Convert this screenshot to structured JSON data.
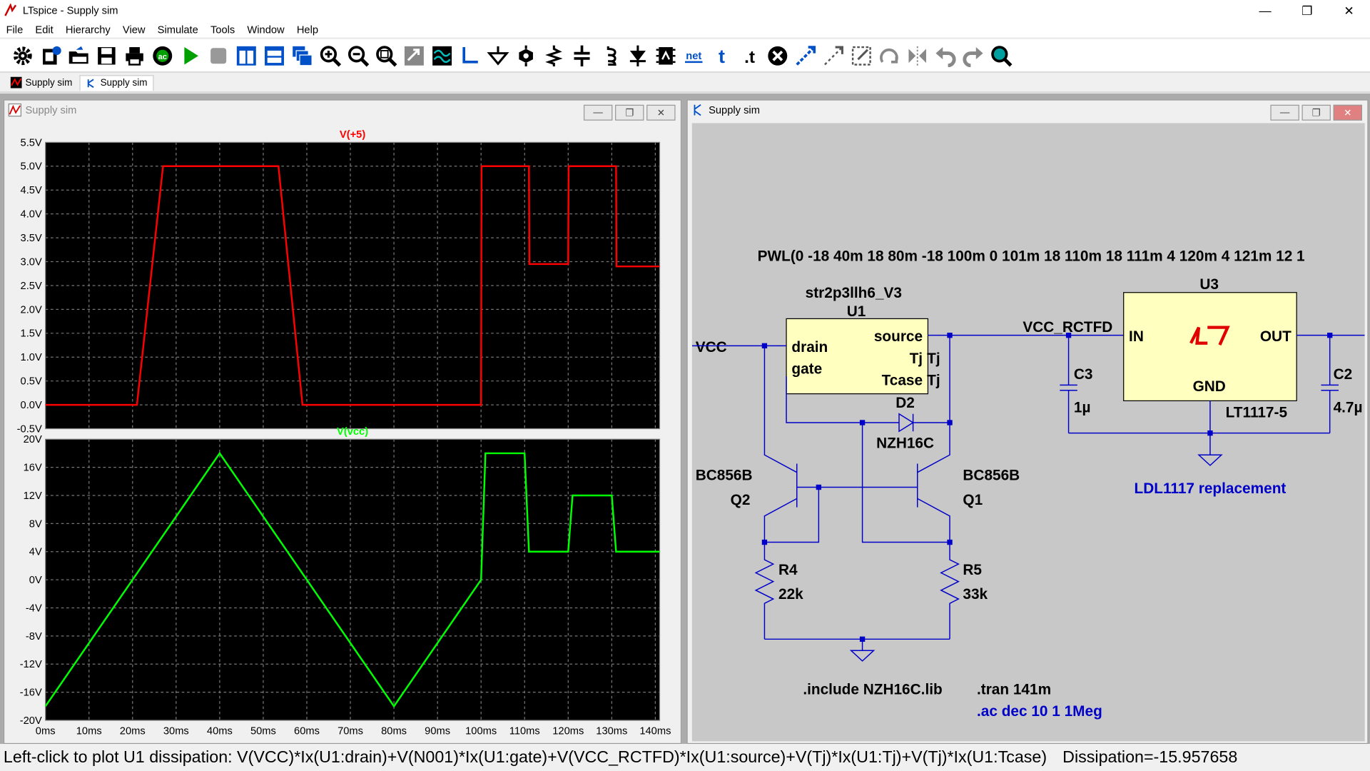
{
  "window": {
    "title": "LTspice - Supply sim"
  },
  "menu": [
    "File",
    "Edit",
    "Hierarchy",
    "View",
    "Simulate",
    "Tools",
    "Window",
    "Help"
  ],
  "toolbar": {
    "icons": [
      "settings-icon",
      "new-schematic-icon",
      "open-icon",
      "open-recent-icon",
      "save-icon",
      "print-icon",
      "ac-analysis-icon",
      "run-icon",
      "stop-icon",
      "tile-vertical-icon",
      "tile-horizontal-icon",
      "cascade-icon",
      "zoom-in-icon",
      "zoom-out-icon",
      "zoom-fit-icon",
      "zoom-back-icon",
      "autorange-icon",
      "wire-icon",
      "ground-icon",
      "voltage-source-icon",
      "resistor-icon",
      "capacitor-icon",
      "inductor-icon",
      "diode-icon",
      "component-icon",
      "net-label-icon",
      "text-icon",
      "spice-directive-icon",
      "delete-icon",
      "duplicate-icon",
      "move-icon",
      "drag-icon",
      "rotate-icon",
      "mirror-icon",
      "undo-icon",
      "redo-icon",
      "find-icon"
    ],
    "net_label": "net",
    "text_glyph": "t",
    "directive_glyph": ".t"
  },
  "tabs": [
    {
      "label": "Supply sim",
      "icon": "waveform-icon"
    },
    {
      "label": "Supply sim",
      "icon": "schematic-icon"
    }
  ],
  "plot_window": {
    "title": "Supply sim"
  },
  "schematic_window": {
    "title": "Supply sim"
  },
  "window_buttons": {
    "minimize": "—",
    "restore": "❐",
    "close": "✕"
  },
  "child_buttons": {
    "minimize": "—",
    "restore": "❐",
    "close": "✕"
  },
  "chart_data": [
    {
      "type": "line",
      "title": "V(+5)",
      "color": "#ff0000",
      "ylim": [
        -0.5,
        5.5
      ],
      "yticks": [
        "5.5V",
        "5.0V",
        "4.5V",
        "4.0V",
        "3.5V",
        "3.0V",
        "2.5V",
        "2.0V",
        "1.5V",
        "1.0V",
        "0.5V",
        "0.0V",
        "-0.5V"
      ],
      "xlim": [
        0,
        141
      ],
      "x_unit": "ms",
      "series": [
        {
          "x": [
            0,
            21,
            27,
            27.5,
            53,
            53.5,
            59,
            100,
            100.1,
            111,
            111.1,
            120,
            120.1,
            131,
            131.1,
            141
          ],
          "y": [
            0,
            0,
            5.0,
            5.0,
            5.0,
            5.0,
            0,
            0,
            5.0,
            5.0,
            2.95,
            2.95,
            5.0,
            5.0,
            2.9,
            2.9
          ]
        }
      ]
    },
    {
      "type": "line",
      "title": "V(vcc)",
      "color": "#00ff00",
      "ylim": [
        -20,
        20
      ],
      "yticks": [
        "20V",
        "16V",
        "12V",
        "8V",
        "4V",
        "0V",
        "-4V",
        "-8V",
        "-12V",
        "-16V",
        "-20V"
      ],
      "xlim": [
        0,
        141
      ],
      "xticks": [
        "0ms",
        "10ms",
        "20ms",
        "30ms",
        "40ms",
        "50ms",
        "60ms",
        "70ms",
        "80ms",
        "90ms",
        "100ms",
        "110ms",
        "120ms",
        "130ms",
        "140ms"
      ],
      "x_unit": "ms",
      "series": [
        {
          "x": [
            0,
            40,
            80,
            100,
            101,
            110,
            111,
            120,
            121,
            130,
            131,
            141
          ],
          "y": [
            -18,
            18,
            -18,
            0,
            18,
            18,
            4,
            4,
            12,
            12,
            4,
            4
          ]
        }
      ]
    }
  ],
  "schematic": {
    "pwl_text": "PWL(0 -18 40m 18 80m -18 100m 0 101m 18 110m 18 111m 4 120m 4 121m 12 1",
    "u1_model": "str2p3llh6_V3",
    "u1_name": "U1",
    "u1_pins": {
      "drain": "drain",
      "gate": "gate",
      "source": "source",
      "tj": "Tj",
      "tcase": "Tcase"
    },
    "tj_label1": "Tj",
    "tj_label2": "Tj",
    "vcc_label": "VCC",
    "vcc_rctfd_label": "VCC_RCTFD",
    "u3_name": "U3",
    "u3_in": "IN",
    "u3_out": "OUT",
    "u3_gnd": "GND",
    "u3_model": "LT1117-5",
    "c3_name": "C3",
    "c3_value": "1µ",
    "c2_name": "C2",
    "c2_value": "4.7µ",
    "d2_name": "D2",
    "d2_model": "NZH16C",
    "q2_model": "BC856B",
    "q2_name": "Q2",
    "q1_model": "BC856B",
    "q1_name": "Q1",
    "r4_name": "R4",
    "r4_value": "22k",
    "r5_name": "R5",
    "r5_value": "33k",
    "replacement_note": "LDL1117 replacement",
    "include_directive": ".include NZH16C.lib",
    "tran_directive": ".tran 141m",
    "ac_directive": ".ac dec 10 1 1Meg"
  },
  "status": {
    "hint": "Left-click to plot U1 dissipation: V(VCC)*Ix(U1:drain)+V(N001)*Ix(U1:gate)+V(VCC_RCTFD)*Ix(U1:source)+V(Tj)*Ix(U1:Tj)+V(Tj)*Ix(U1:Tcase)",
    "dissipation": "Dissipation=-15.957658"
  }
}
